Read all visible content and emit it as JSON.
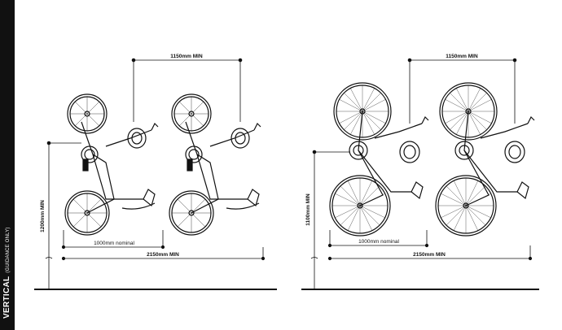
{
  "sidebar": {
    "title": "VERTICAL",
    "subtitle": "(GUIDANCE ONLY)"
  },
  "left_diagram": {
    "top_dimension": "1150mm MIN",
    "height_dimension": "1200mm MIN",
    "inner_dimension": "1000mm nominal",
    "bottom_dimension": "2150mm MIN"
  },
  "right_diagram": {
    "top_dimension": "1150mm MIN",
    "height_dimension": "1100mm MIN",
    "inner_dimension": "1000mm nominal",
    "bottom_dimension": "2150mm MIN"
  }
}
